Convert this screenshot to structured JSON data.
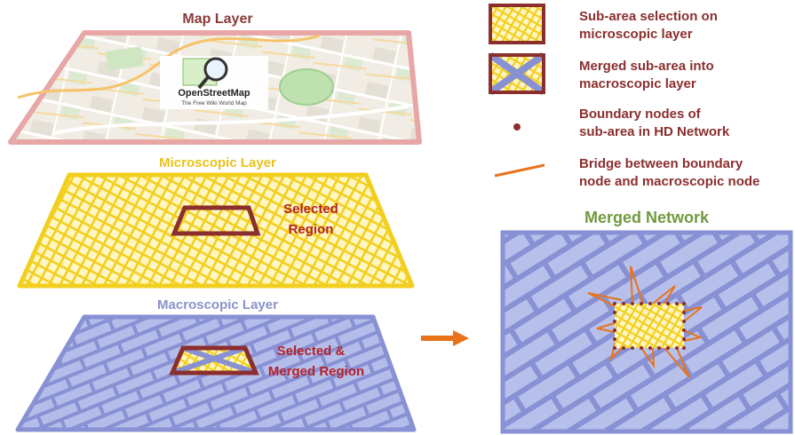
{
  "layers": {
    "map": {
      "title": "Map Layer",
      "logo_name": "OpenStreetMap",
      "logo_tagline": "The Free Wiki World Map",
      "title_color": "#8b3a3a",
      "border_color": "#e8a0a0"
    },
    "micro": {
      "title": "Microscopic Layer",
      "selected_line1": "Selected",
      "selected_line2": "Region",
      "title_color": "#e8c21a",
      "fill_color": "#f7d63a"
    },
    "macro": {
      "title": "Macroscopic Layer",
      "selected_line1": "Selected &",
      "selected_line2": "Merged Region",
      "title_color": "#8a93c9",
      "fill_color": "#8e9ad6"
    }
  },
  "merged": {
    "title": "Merged Network",
    "title_color": "#6f9a3f"
  },
  "legend": {
    "items": [
      {
        "icon": "yellow-grid-square-icon",
        "line1": "Sub-area selection on",
        "line2": "microscopic layer"
      },
      {
        "icon": "merged-grid-square-icon",
        "line1": "Merged sub-area into",
        "line2": "macroscopic layer"
      },
      {
        "icon": "boundary-node-dot-icon",
        "line1": "Boundary nodes of",
        "line2": "sub-area in HD Network"
      },
      {
        "icon": "bridge-line-icon",
        "line1": "Bridge between boundary",
        "line2": "node and macroscopic node"
      }
    ],
    "text_color": "#8b2e2e"
  },
  "colors": {
    "region_border": "#8b2e2e",
    "arrow": "#e8731a",
    "node": "#8b2e2e",
    "bridge": "#e8731a"
  }
}
